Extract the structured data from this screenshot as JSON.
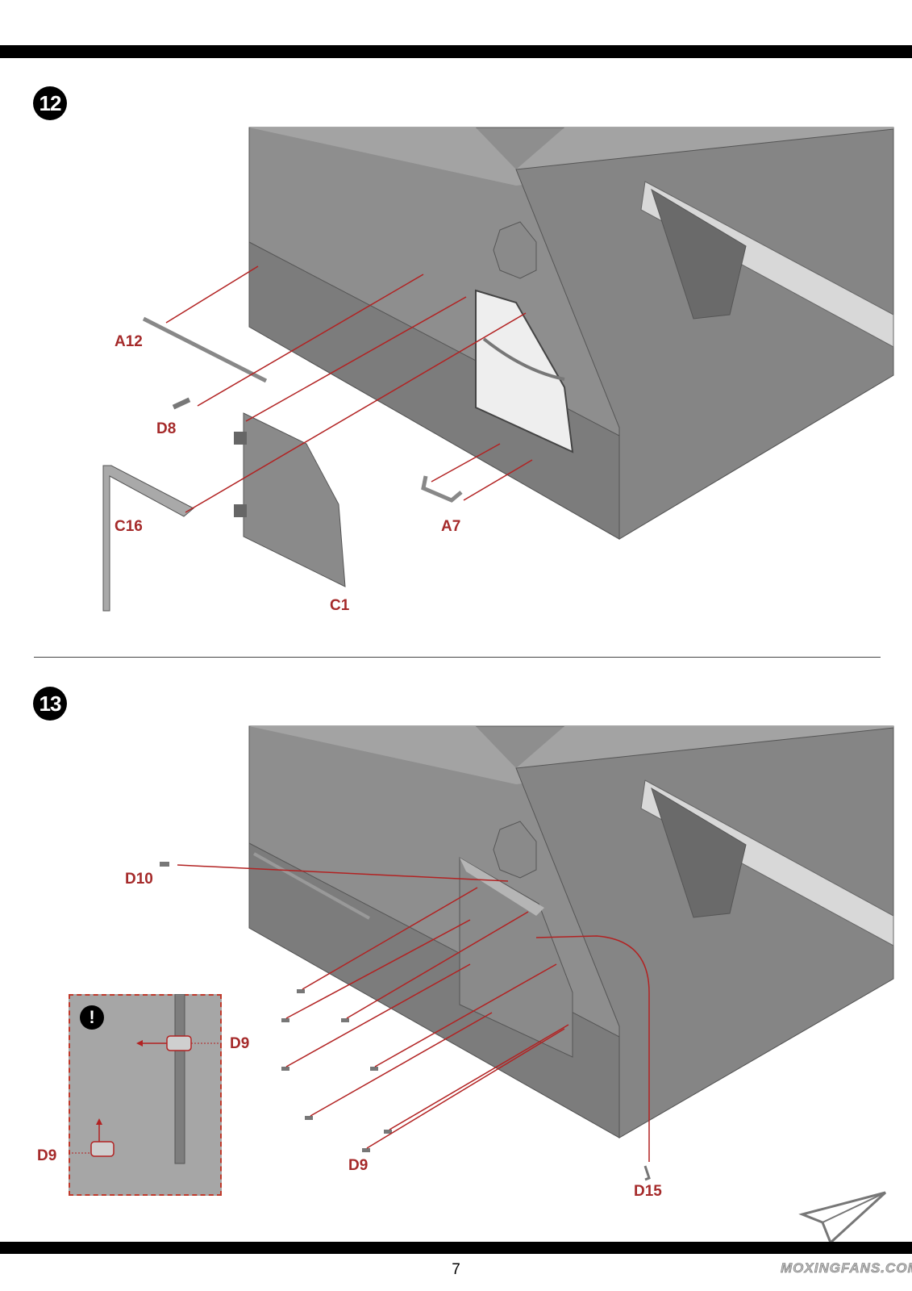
{
  "steps": [
    {
      "number": "12",
      "parts": [
        "A12",
        "D8",
        "C16",
        "C1",
        "A7"
      ]
    },
    {
      "number": "13",
      "parts": [
        "D10",
        "D9",
        "D9",
        "D9",
        "D15"
      ],
      "callout": {
        "icon": "!",
        "parts": [
          "D9",
          "D9"
        ]
      }
    }
  ],
  "page_number": "7",
  "watermark": "MOXINGFANS.COM",
  "colors": {
    "accent": "#a52a2a",
    "hull": "#8c8c8c",
    "callout": "#a6a6a6"
  }
}
